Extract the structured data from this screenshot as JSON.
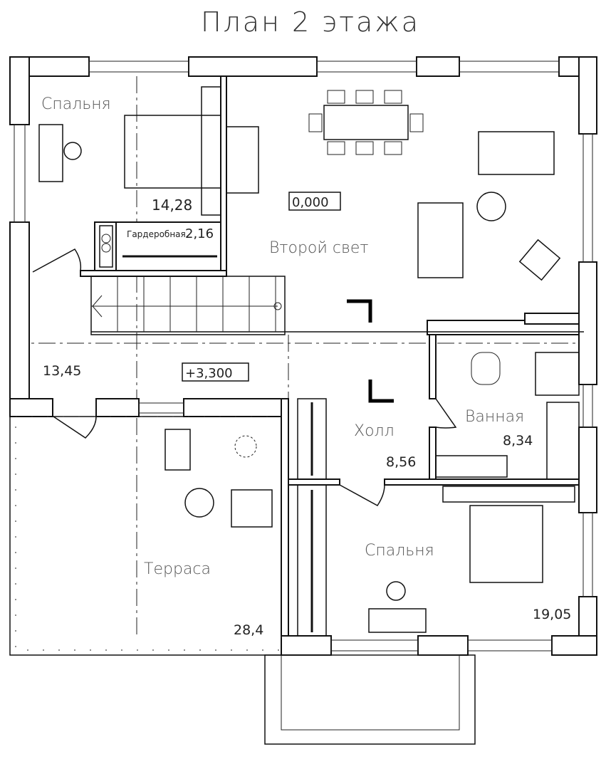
{
  "title": "План 2 этажа",
  "rooms": {
    "bedroom_1": {
      "name": "Спальня",
      "area": "14,28"
    },
    "wardrobe": {
      "name": "Гардеробная",
      "area": "2,16"
    },
    "second_light": {
      "name": "Второй свет",
      "level": "0,000"
    },
    "corridor": {
      "area": "13,45",
      "level": "+3,300"
    },
    "hall": {
      "name": "Холл",
      "area": "8,56"
    },
    "bathroom": {
      "name": "Ванная",
      "area": "8,34"
    },
    "bedroom_2": {
      "name": "Спальня",
      "area": "19,05"
    },
    "terrace": {
      "name": "Терраса",
      "area": "28,4"
    }
  }
}
